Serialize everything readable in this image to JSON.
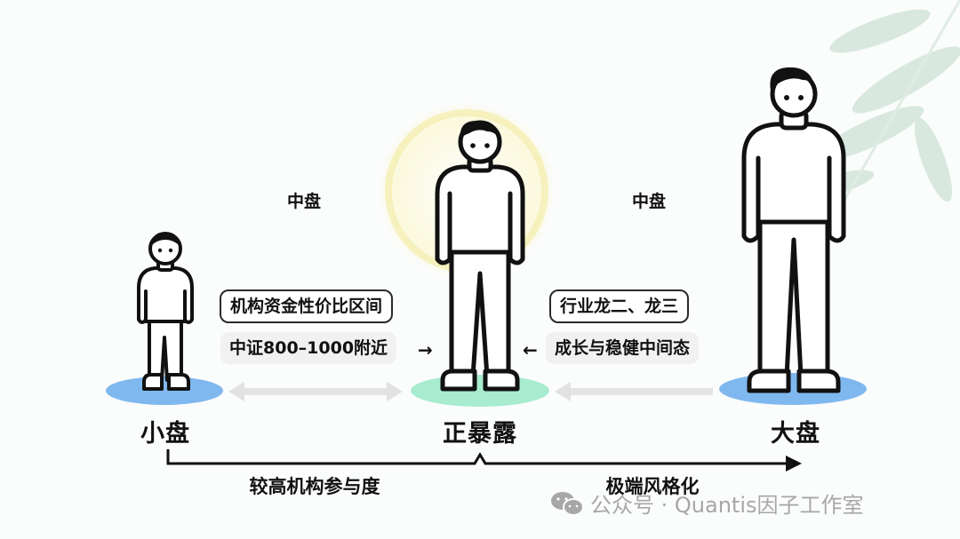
{
  "diagram": {
    "figures": [
      {
        "id": "small",
        "label": "小盘",
        "platform_color": "#7fb8ee"
      },
      {
        "id": "center",
        "label": "正暴露",
        "platform_color": "#a8ecd0",
        "halo_color": "#f4f0a0"
      },
      {
        "id": "large",
        "label": "大盘",
        "platform_color": "#7fb8ee"
      }
    ],
    "mid_labels": {
      "left": "中盘",
      "right": "中盘"
    },
    "left_annotation": {
      "outlined": "机构资金性价比区间",
      "filled": "中证800–1000附近",
      "arrow": "→"
    },
    "right_annotation": {
      "outlined": "行业龙二、龙三",
      "filled": "成长与稳健中间态",
      "arrow": "←"
    },
    "axis": {
      "left_label": "较高机构参与度",
      "right_label": "极端风格化"
    }
  },
  "watermark": {
    "icon": "wechat-icon",
    "text": "公众号 · Quantis因子工作室"
  }
}
